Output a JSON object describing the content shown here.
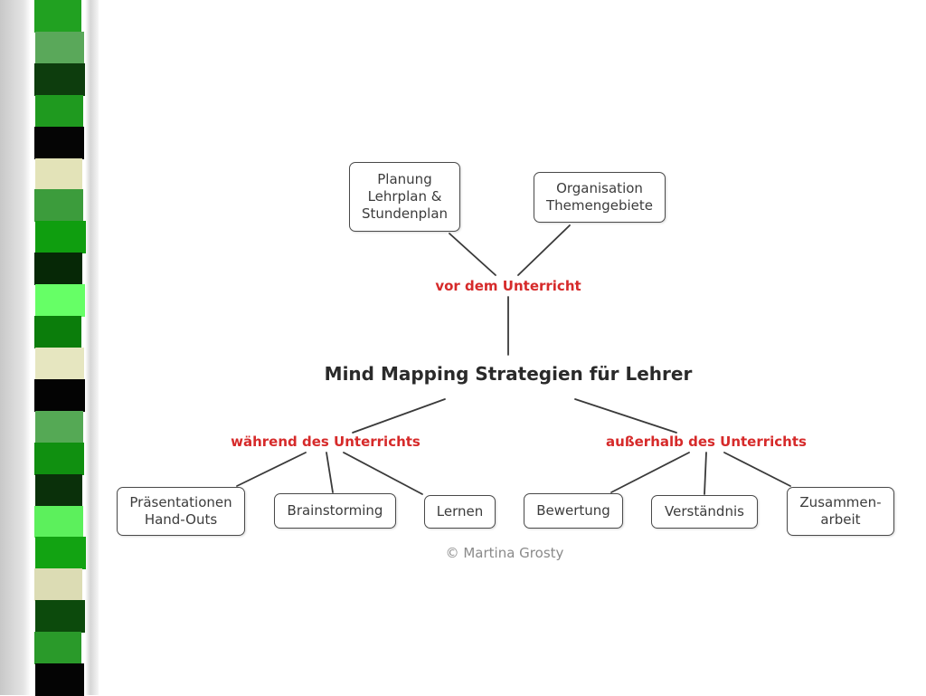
{
  "strip_colors": [
    "#21a121",
    "#5aa85a",
    "#0d3d0d",
    "#1f9a1f",
    "#050505",
    "#e3e3b8",
    "#3c9c3c",
    "#0f9e0f",
    "#062806",
    "#66ff66",
    "#0b7d0b",
    "#e6e6c0",
    "#030303",
    "#55a955",
    "#109010",
    "#0a300a",
    "#5cf05c",
    "#12a312",
    "#dcdcb4",
    "#0c4a0c",
    "#2a9a2a",
    "#040404"
  ],
  "diagram": {
    "title": "Mind Mapping Strategien für Lehrer",
    "branches": [
      {
        "label": "vor dem Unterricht",
        "color": "#d62a2a",
        "children": [
          "Planung\nLehrplan &\nStundenplan",
          "Organisation\nThemengebiete"
        ]
      },
      {
        "label": "während des Unterrichts",
        "color": "#d62a2a",
        "children": [
          "Präsentationen\nHand-Outs",
          "Brainstorming",
          "Lernen"
        ]
      },
      {
        "label": "außerhalb des Unterrichts",
        "color": "#d62a2a",
        "children": [
          "Bewertung",
          "Verständnis",
          "Zusammen-\narbeit"
        ]
      }
    ],
    "copyright": "© Martina Grosty"
  }
}
